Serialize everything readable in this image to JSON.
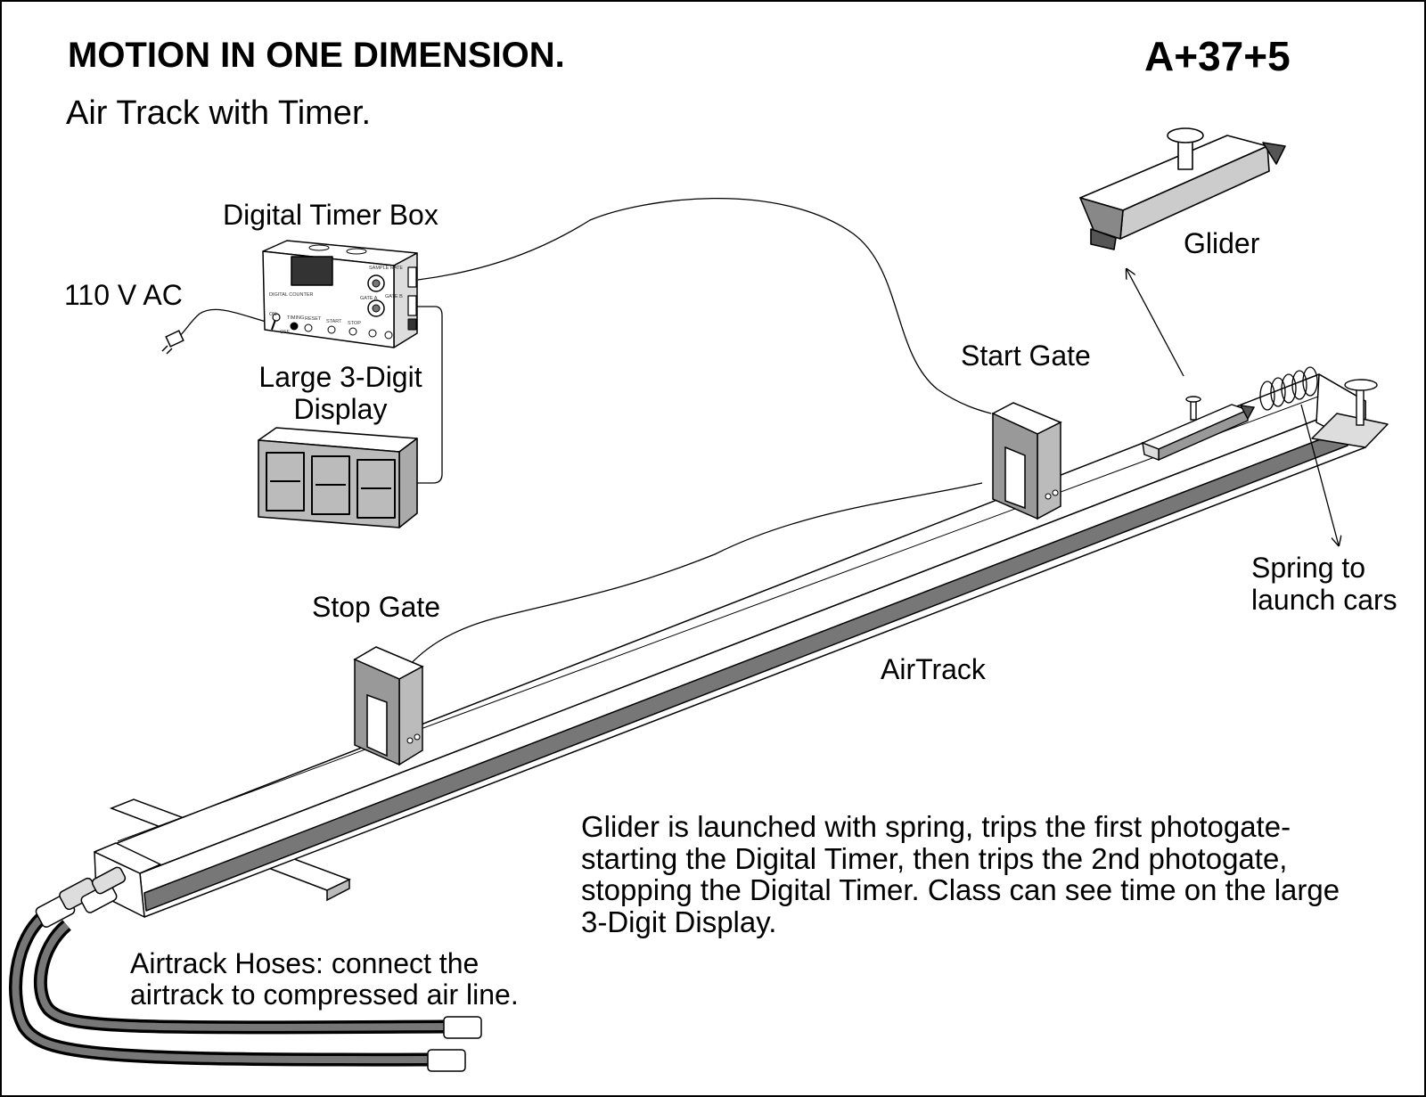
{
  "header": {
    "title": "MOTION IN ONE DIMENSION.",
    "subtitle": "Air Track with Timer.",
    "code": "A+37+5"
  },
  "labels": {
    "digital_timer_box": "Digital Timer Box",
    "power": "110 V AC",
    "display": [
      "Large 3-Digit",
      "Display"
    ],
    "glider": "Glider",
    "start_gate": "Start Gate",
    "stop_gate": "Stop Gate",
    "airtrack": "AirTrack",
    "spring": [
      "Spring to",
      "launch cars"
    ],
    "hoses": [
      "Airtrack Hoses: connect the",
      "airtrack to compressed air line."
    ]
  },
  "description": "Glider is launched with spring, trips the first photogate- starting the Digital Timer, then trips the 2nd photogate, stopping the Digital Timer.  Class can see time on the large 3-Digit Display.",
  "timer_panel": {
    "name": "DIGITAL COUNTER",
    "sample_rate": "SAMPLE RATE",
    "gate_a": "GATE A",
    "gate_b": "GATE B",
    "on": "ON",
    "off": "OFF",
    "buttons": [
      "TIMING",
      "RESET",
      "START",
      "STOP"
    ]
  }
}
